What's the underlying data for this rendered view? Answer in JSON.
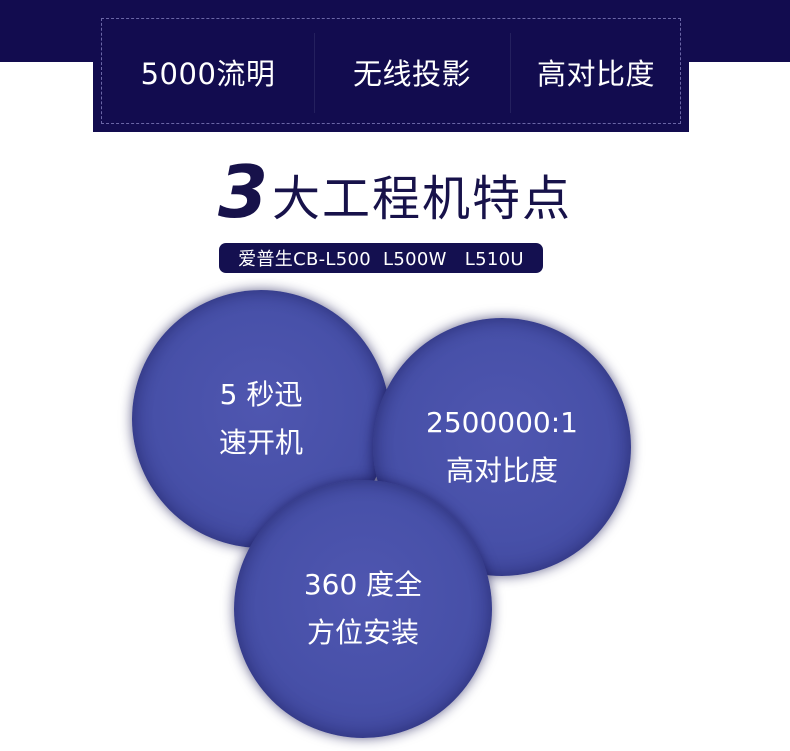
{
  "features": [
    {
      "label": "5000流明"
    },
    {
      "label": "无线投影"
    },
    {
      "label": "高对比度"
    }
  ],
  "headline": {
    "number": "3",
    "text": "大工程机特点"
  },
  "model_line": "爱普生CB-L500  L500W   L510U",
  "circles": [
    {
      "line1": "5 秒迅",
      "line2": "速开机"
    },
    {
      "line1": "2500000:1",
      "line2": "高对比度"
    },
    {
      "line1": "360 度全",
      "line2": "方位安装"
    }
  ]
}
